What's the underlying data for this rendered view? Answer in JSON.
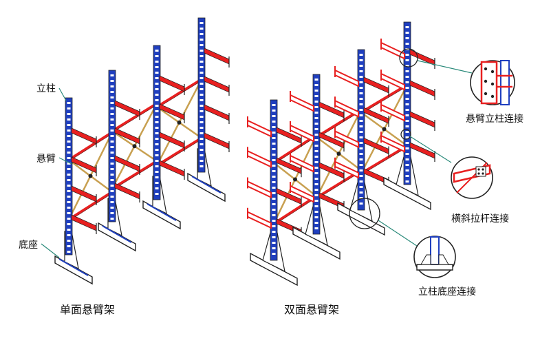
{
  "labels": {
    "column": "立柱",
    "arm": "悬臂",
    "base": "底座",
    "single_title": "单面悬臂架",
    "double_title": "双面悬臂架",
    "callout_arm_column": "悬臂立柱连接",
    "callout_brace": "横斜拉杆连接",
    "callout_column_base": "立柱底座连接"
  },
  "colors": {
    "column": "#1f3fbf",
    "arm": "#e82020",
    "brace": "#c8a050",
    "outline": "#222222",
    "leader": "#2a8a7a"
  }
}
